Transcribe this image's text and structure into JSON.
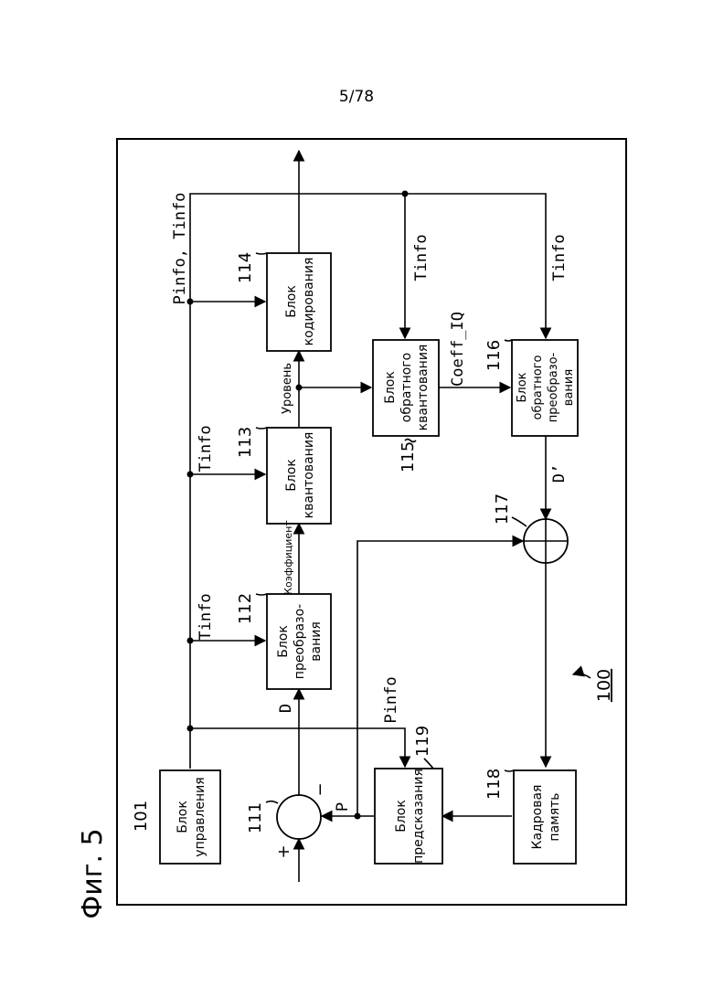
{
  "page_number": "5/78",
  "figure_label": "Фиг. 5",
  "device_ref": "100",
  "blocks": {
    "b101": {
      "ref": "101",
      "line1": "Блок",
      "line2": "управления",
      "line3": ""
    },
    "b112": {
      "ref": "112",
      "line1": "Блок",
      "line2": "преобразо-",
      "line3": "вания"
    },
    "b113": {
      "ref": "113",
      "line1": "Блок",
      "line2": "квантования",
      "line3": ""
    },
    "b114": {
      "ref": "114",
      "line1": "Блок",
      "line2": "кодирования",
      "line3": ""
    },
    "b115": {
      "ref": "115",
      "line1": "Блок",
      "line2": "обратного",
      "line3": "квантования"
    },
    "b116": {
      "ref": "116",
      "line1": "Блок",
      "line2": "обратного",
      "line3": "преобразо-",
      "line4": "вания"
    },
    "b118": {
      "ref": "118",
      "line1": "Кадровая",
      "line2": "память",
      "line3": ""
    },
    "b119": {
      "ref": "119",
      "line1": "Блок",
      "line2": "предсказания",
      "line3": ""
    }
  },
  "adders": {
    "a111": {
      "ref": "111",
      "plus": "+",
      "minus": "−"
    },
    "a117": {
      "ref": "117"
    }
  },
  "signals": {
    "pinfo_tinfo": "Pinfo, Tinfo",
    "tinfo_112": "Tinfo",
    "tinfo_113": "Tinfo",
    "tinfo_115": "Tinfo",
    "tinfo_116": "Tinfo",
    "pinfo_119": "Pinfo",
    "d": "D",
    "p": "P",
    "d_prime": "D’",
    "coefficient": "Коэффициент",
    "level": "Уровень",
    "coeff_iq": "Coeff_IQ"
  }
}
